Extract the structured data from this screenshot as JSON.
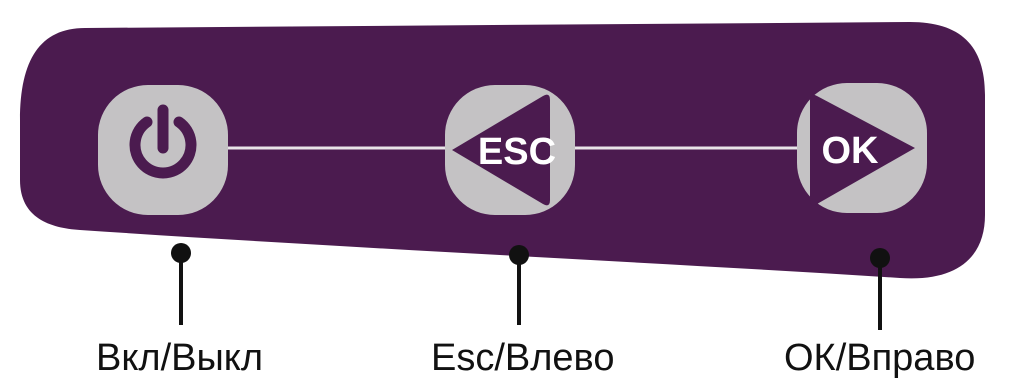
{
  "colors": {
    "panel": "#4b1b4f",
    "button_face": "#c4c2c4",
    "glyph": "#4b1b4f",
    "glyph_text": "#ffffff",
    "connector": "#e8e4e8",
    "callout": "#111111"
  },
  "buttons": [
    {
      "icon": "power-icon",
      "glyph_text": "",
      "caption": "Вкл/Выкл"
    },
    {
      "icon": "left-triangle-icon",
      "glyph_text": "ESC",
      "caption": "Esc/Влево"
    },
    {
      "icon": "right-triangle-icon",
      "glyph_text": "OK",
      "caption": "ОК/Вправо"
    }
  ]
}
